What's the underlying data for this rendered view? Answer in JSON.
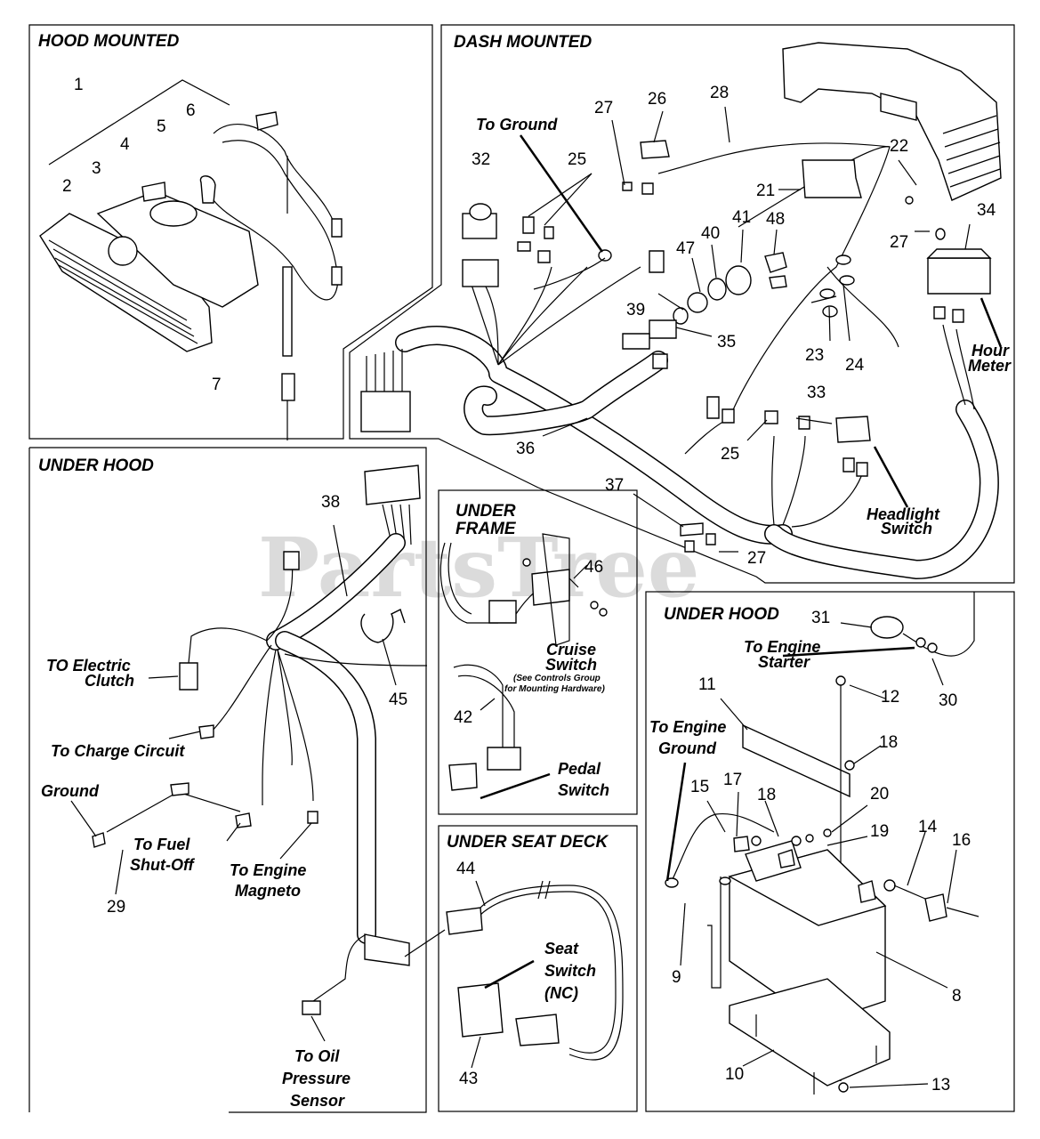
{
  "sections": {
    "hood_mounted": "HOOD MOUNTED",
    "dash_mounted": "DASH MOUNTED",
    "under_hood_left": "UNDER HOOD",
    "under_frame": "UNDER FRAME",
    "under_hood_right": "UNDER HOOD",
    "under_seat_deck": "UNDER SEAT DECK"
  },
  "watermark": "PartsTree",
  "callouts": [
    "1",
    "2",
    "3",
    "4",
    "5",
    "6",
    "7",
    "8",
    "9",
    "10",
    "11",
    "12",
    "13",
    "14",
    "15",
    "16",
    "17",
    "18",
    "18",
    "19",
    "20",
    "21",
    "22",
    "23",
    "24",
    "25",
    "25",
    "26",
    "27",
    "27",
    "27",
    "28",
    "29",
    "30",
    "31",
    "32",
    "33",
    "34",
    "35",
    "36",
    "37",
    "38",
    "39",
    "40",
    "41",
    "42",
    "43",
    "44",
    "45",
    "46",
    "47",
    "48"
  ],
  "labels": {
    "to_ground": "To Ground",
    "hour_meter_1": "Hour",
    "hour_meter_2": "Meter",
    "headlight_switch_1": "Headlight",
    "headlight_switch_2": "Switch",
    "to_electric_clutch_1": "TO Electric",
    "to_electric_clutch_2": "Clutch",
    "to_charge_circuit": "To Charge Circuit",
    "ground": "Ground",
    "to_fuel_shutoff_1": "To Fuel",
    "to_fuel_shutoff_2": "Shut-Off",
    "to_engine_magneto_1": "To Engine",
    "to_engine_magneto_2": "Magneto",
    "to_oil_pressure_1": "To Oil",
    "to_oil_pressure_2": "Pressure",
    "to_oil_pressure_3": "Sensor",
    "cruise_switch_1": "Cruise",
    "cruise_switch_2": "Switch",
    "cruise_note_1": "(See Controls Group",
    "cruise_note_2": "for Mounting Hardware)",
    "pedal_switch_1": "Pedal",
    "pedal_switch_2": "Switch",
    "seat_switch_1": "Seat",
    "seat_switch_2": "Switch",
    "seat_switch_3": "(NC)",
    "to_engine_starter_1": "To Engine",
    "to_engine_starter_2": "Starter",
    "to_engine_ground_1": "To Engine",
    "to_engine_ground_2": "Ground",
    "under_frame_1": "UNDER",
    "under_frame_2": "FRAME"
  }
}
